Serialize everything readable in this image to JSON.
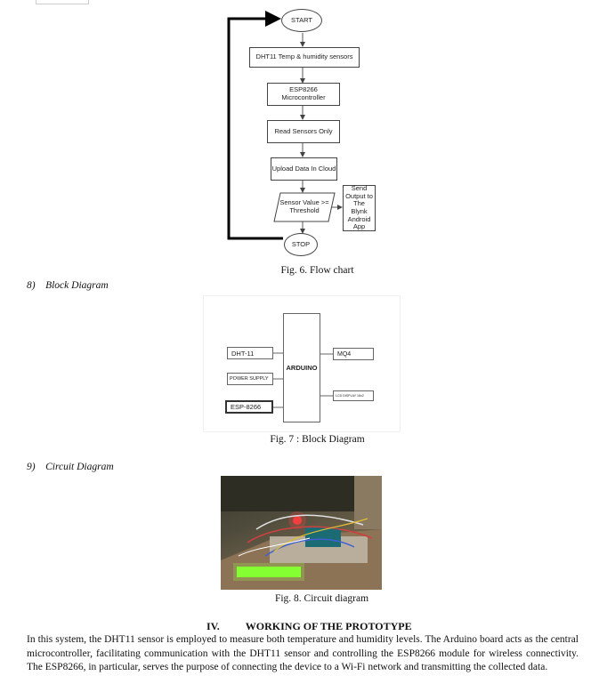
{
  "flowchart": {
    "start": "START",
    "step1": "DHT11 Temp & humidity sensors",
    "step2": "ESP8266 Microcontroller",
    "step3": "Read Sensors Only",
    "step4": "Upload Data In Cloud",
    "decision": "Sensor Value >= Threshold",
    "output": "Send Output to The Blynk Android App",
    "stop": "STOP",
    "caption": "Fig. 6.  Flow chart"
  },
  "block_heading": "8)    Block Diagram",
  "block_diagram": {
    "dht": "DHT-11",
    "power": "POWER SUPPLY",
    "esp": "ESP-8266",
    "arduino": "ARDUINO",
    "mq4": "MQ4",
    "lcd": "LCD DISPLAY 16x2",
    "caption": "Fig. 7 : Block Diagram"
  },
  "circuit_heading": "9)    Circuit Diagram",
  "circuit": {
    "caption": "Fig. 8.  Circuit diagram"
  },
  "section": {
    "number": "IV.",
    "title": "WORKING OF THE PROTOTYPE",
    "paragraph": "In this system, the DHT11 sensor is employed to measure both temperature and humidity levels. The Arduino board acts as the central microcontroller, facilitating communication with the DHT11 sensor and controlling the ESP8266 module for wireless connectivity. The ESP8266, in particular, serves the purpose of connecting the device to a Wi-Fi network and transmitting the collected data."
  }
}
